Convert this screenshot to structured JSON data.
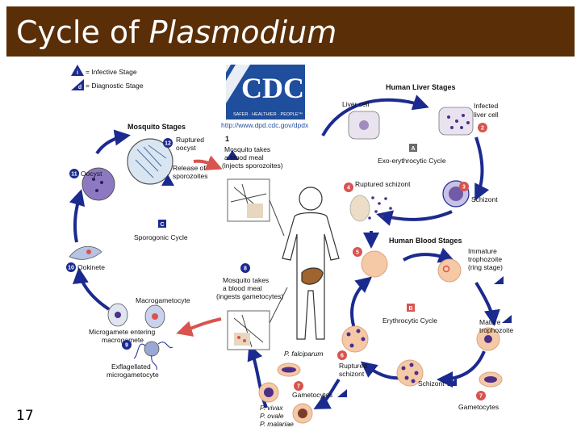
{
  "slide": {
    "title_main": "Cycle of ",
    "title_italic": "Plasmodium",
    "page_number": "17"
  },
  "legend": {
    "infective": "= Infective Stage",
    "diagnostic": "= Diagnostic Stage",
    "i_letter": "i",
    "d_letter": "d"
  },
  "logo": {
    "letters": "CDC",
    "tagline": "SAFER · HEALTHIER · PEOPLE™",
    "url": "http://www.dpd.cdc.gov/dpdx"
  },
  "sections": {
    "mosquito": "Mosquito Stages",
    "liver": "Human Liver Stages",
    "blood": "Human Blood Stages"
  },
  "cycles": {
    "exo_letter": "A",
    "exo": "Exo-erythrocytic Cycle",
    "eryth_letter": "B",
    "eryth": "Erythrocytic Cycle",
    "sporo_letter": "C",
    "sporo": "Sporogonic Cycle"
  },
  "stages": {
    "s1_num": "1",
    "s1_line1": "Mosquito takes",
    "s1_line2": "a blood meal",
    "s1_line3": "(injects sporozoites)",
    "s2_num": "2",
    "s2_line1": "Infected",
    "s2_line2": "liver cell",
    "liver_cell": "Liver cell",
    "s3_num": "3",
    "s3": "Schizont",
    "s4_num": "4",
    "s4": "Ruptured schizont",
    "s5_num": "5",
    "ring_line1": "Immature",
    "ring_line2": "trophozoite",
    "ring_line3": "(ring stage)",
    "mature_line1": "Mature",
    "mature_line2": "trophozoite",
    "s6_num": "6",
    "schizont_b": "Schizont",
    "ruptured_b_line1": "Ruptured",
    "ruptured_b_line2": "schizont",
    "s7_num": "7",
    "gametocytes": "Gametocytes",
    "p_falciparum": "P. falciparum",
    "p_vivax": "P. vivax",
    "p_ovale": "P. ovale",
    "p_malariae": "P. malariae",
    "s8_num": "8",
    "s8_line1": "Mosquito takes",
    "s8_line2": "a blood meal",
    "s8_line3": "(ingests gametocytes)",
    "s9_num": "9",
    "s9_line1": "Microgamete entering",
    "s9_line2": "macrogamete",
    "macrogametocyte": "Macrogametocyte",
    "exflag_line1": "Exflagellated",
    "exflag_line2": "microgametocyte",
    "s10_num": "10",
    "s10": "Ookinete",
    "s11_num": "11",
    "s11": "Oocyst",
    "s12_num": "12",
    "s12_line1": "Ruptured",
    "s12_line2": "oocyst",
    "release_line1": "Release of",
    "release_line2": "sporozoites"
  },
  "colors": {
    "title_bg": "#5a2e07",
    "arrow": "#1b2a8f",
    "badge_red": "#d9534f",
    "badge_navy": "#1b2a8f",
    "cdc_blue": "#1f4e9c",
    "rbc": "#f6c9a6",
    "parasite": "#4b2f8a"
  }
}
